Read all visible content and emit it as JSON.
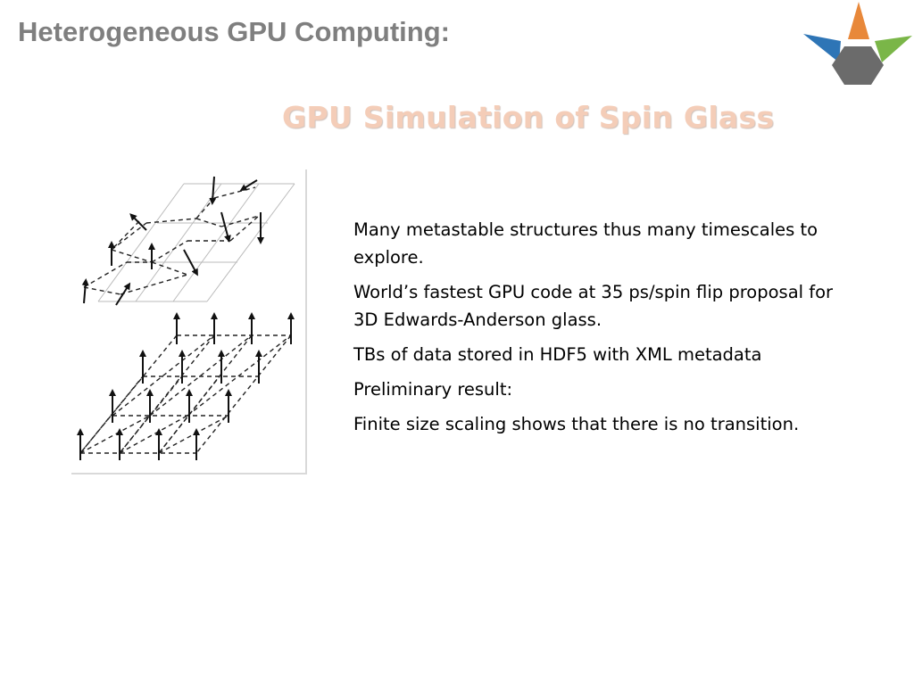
{
  "slide": {
    "header_title": "Heterogeneous GPU Computing:",
    "subtitle": "GPU Simulation of Spin Glass",
    "bullets": [
      "Many metastable structures thus  many timescales to explore.",
      "World’s fastest GPU code at 35 ps/spin flip proposal for 3D Edwards-Anderson glass.",
      "TBs of data stored in HDF5 with XML metadata",
      "Preliminary result:",
      "Finite size scaling shows that there is no transition."
    ]
  },
  "colors": {
    "header_text": "#7f7f7f",
    "subtitle_text": "#f4cdb8",
    "logo_orange": "#e8883a",
    "logo_blue": "#2e75b6",
    "logo_green": "#7ab648",
    "logo_gray": "#6b6b6b"
  },
  "figure": {
    "description_icon": "spin-lattice-figure"
  }
}
